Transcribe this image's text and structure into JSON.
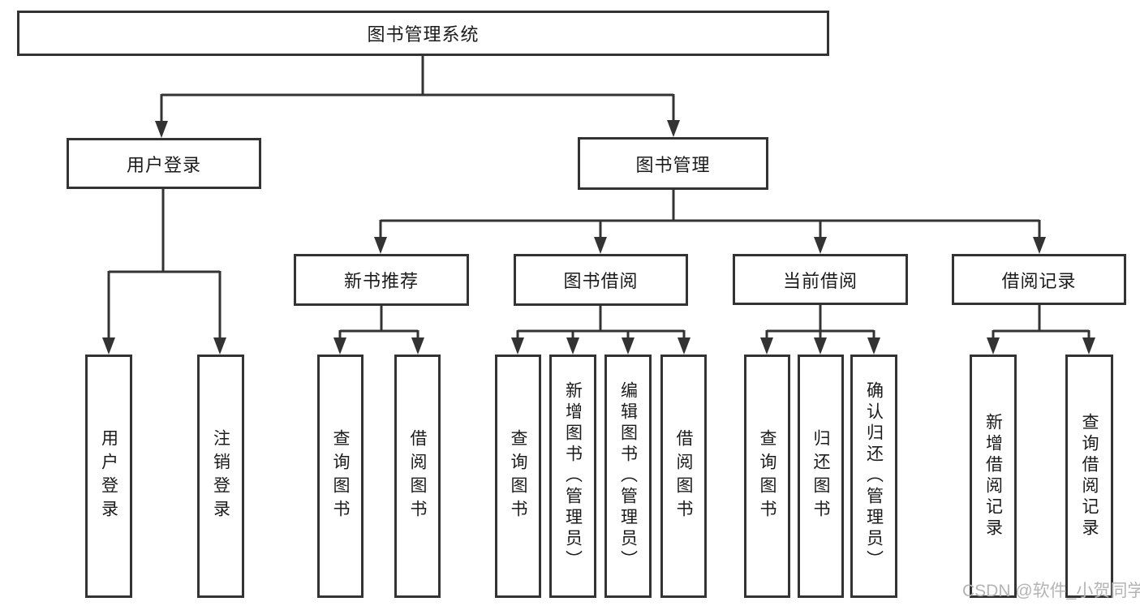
{
  "diagram_type": "function-structure-tree",
  "nodes": {
    "root": "图书管理系统",
    "user_login": "用户登录",
    "book_mgmt": "图书管理",
    "new_book_rec": "新书推荐",
    "book_borrow": "图书借阅",
    "current_borrow": "当前借阅",
    "borrow_records": "借阅记录",
    "leaf_user_login": "用户登录",
    "leaf_logout": "注销登录",
    "leaf_query_book_1": "查询图书",
    "leaf_borrow_book_1": "借阅图书",
    "leaf_query_book_2": "查询图书",
    "leaf_add_book": "新增图书（管理员）",
    "leaf_edit_book": "编辑图书（管理员）",
    "leaf_borrow_book_2": "借阅图书",
    "leaf_query_book_3": "查询图书",
    "leaf_return_book": "归还图书",
    "leaf_confirm_return": "确认归还（管理员）",
    "leaf_add_borrow_record": "新增借阅记录",
    "leaf_query_borrow_record": "查询借阅记录"
  },
  "hierarchy": {
    "图书管理系统": {
      "用户登录": [
        "用户登录",
        "注销登录"
      ],
      "图书管理": {
        "新书推荐": [
          "查询图书",
          "借阅图书"
        ],
        "图书借阅": [
          "查询图书",
          "新增图书（管理员）",
          "编辑图书（管理员）",
          "借阅图书"
        ],
        "当前借阅": [
          "查询图书",
          "归还图书",
          "确认归还（管理员）"
        ],
        "借阅记录": [
          "新增借阅记录",
          "查询借阅记录"
        ]
      }
    }
  },
  "watermark": "CSDN @软件_小贺同学",
  "colors": {
    "line": "#333333",
    "box_border": "#333333",
    "text": "#1b1b1b",
    "watermark": "#b4b4b4",
    "background": "#ffffff"
  }
}
